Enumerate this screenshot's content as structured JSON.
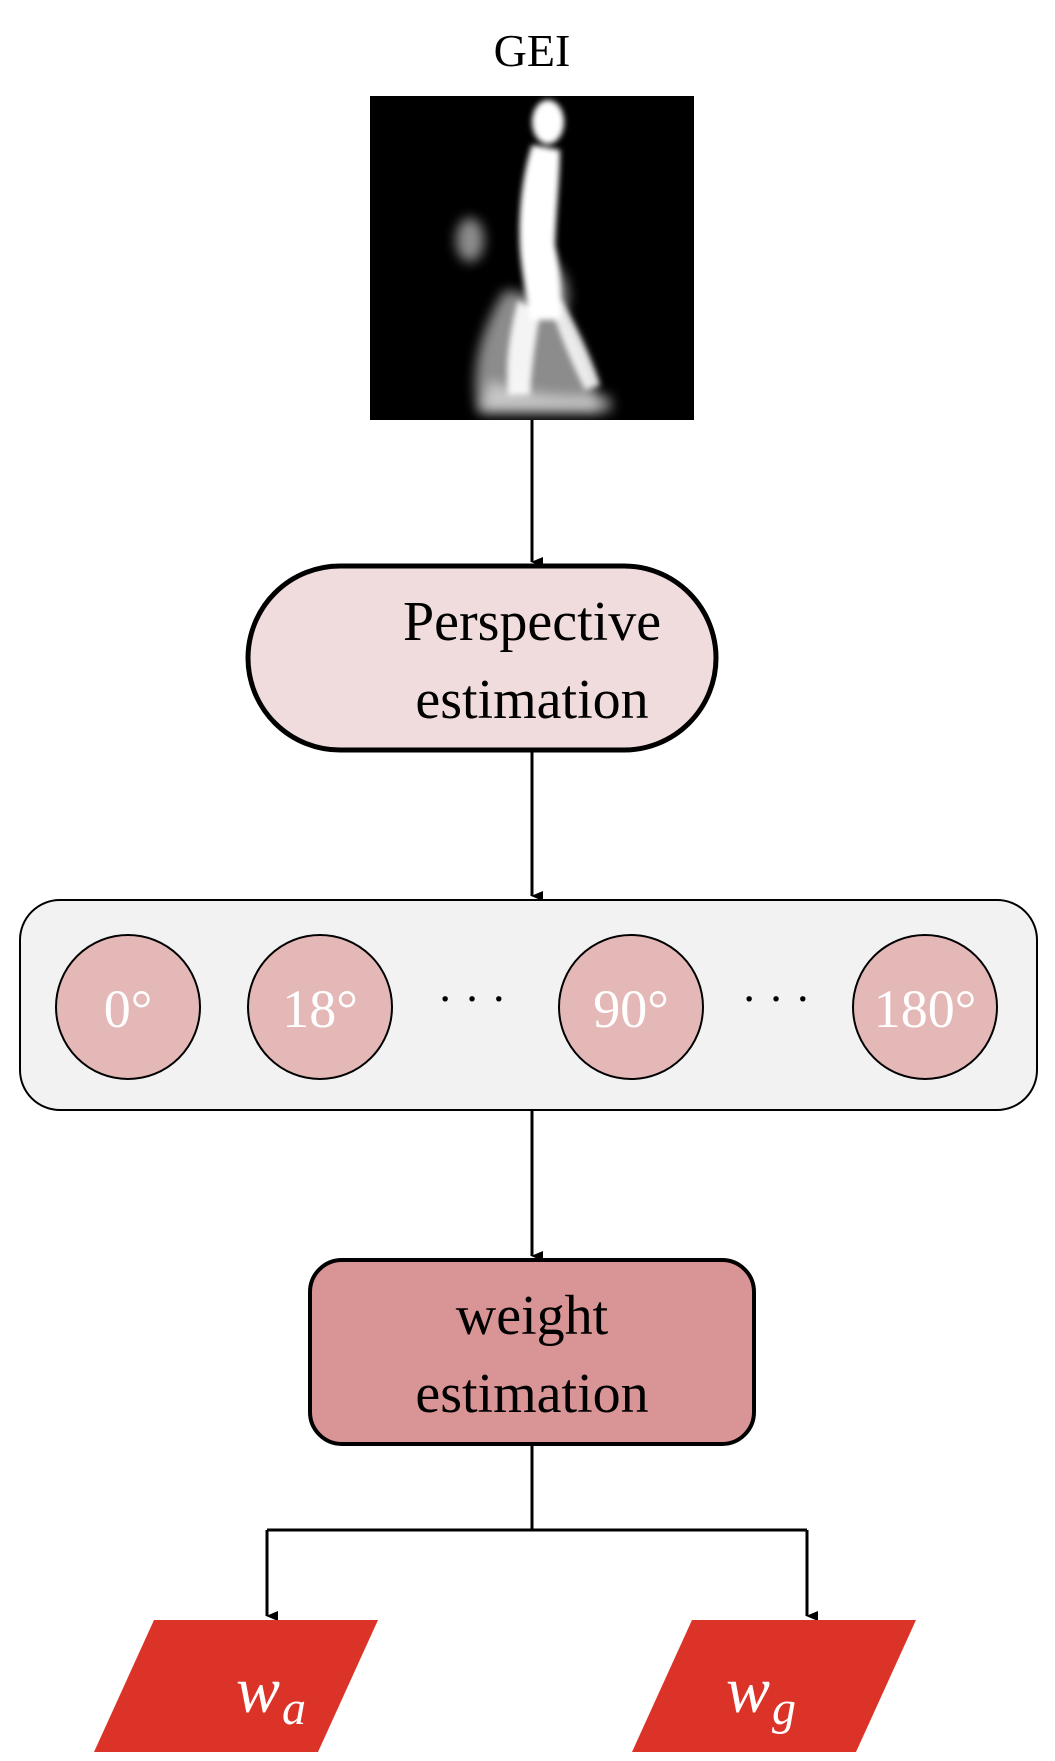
{
  "title": "GEI",
  "gei_image": {
    "background": "#000000",
    "figure_color": "#ffffff"
  },
  "perspective_node": {
    "line1": "Perspective",
    "line2": "estimation",
    "fill": "#f0dcdc"
  },
  "angles_panel": {
    "fill": "#f2f2f2",
    "circle_fill": "#e5b8b8",
    "angles": [
      "0°",
      "18°",
      "90°",
      "180°"
    ],
    "ellipsis": "· · ·"
  },
  "weight_node": {
    "line1": "weight",
    "line2": "estimation",
    "fill": "#d99595"
  },
  "outputs": [
    {
      "base": "w",
      "sub": "a"
    },
    {
      "base": "w",
      "sub": "g"
    }
  ],
  "colors": {
    "output_fill": "#dc3328",
    "stroke": "#000000"
  }
}
